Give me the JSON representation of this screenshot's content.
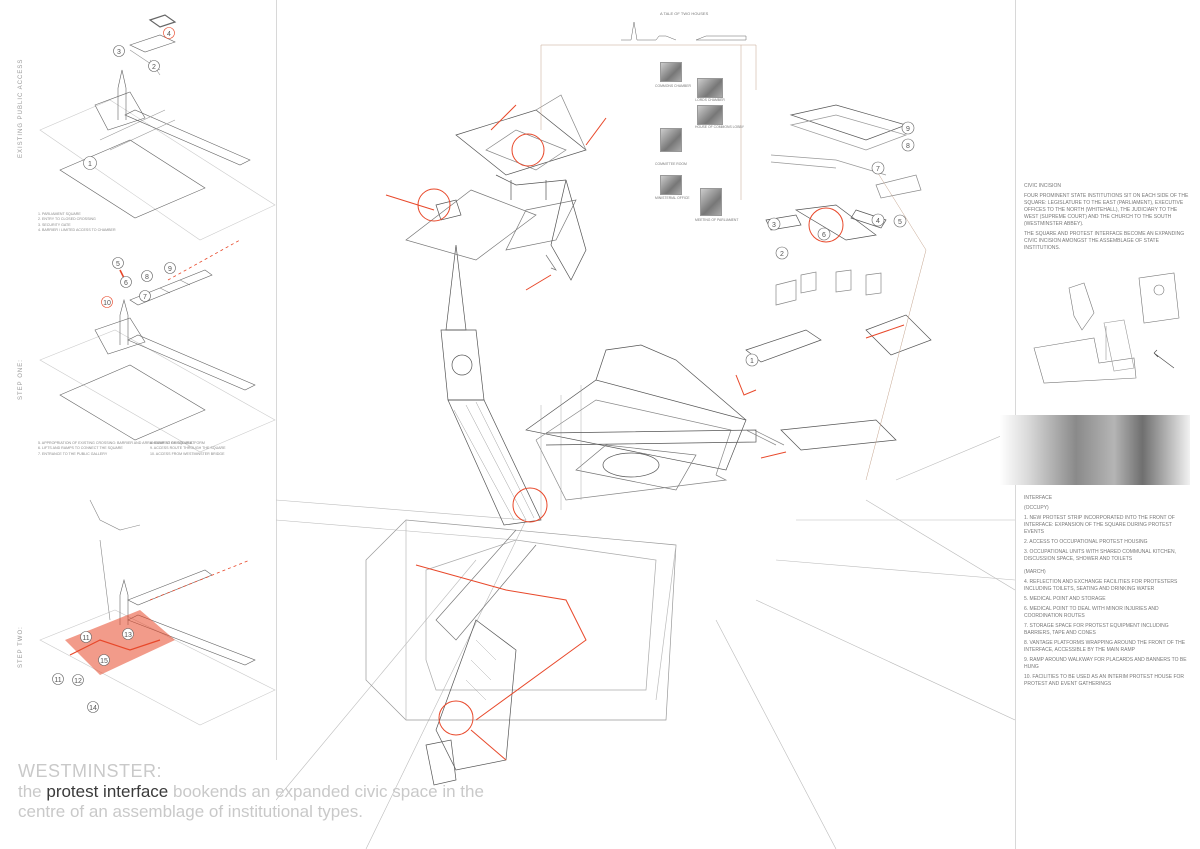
{
  "left_panel": {
    "step_labels": [
      "EXISTING PUBLIC ACCESS",
      "STEP ONE:",
      "STEP TWO:"
    ],
    "existing_markers": [
      "1",
      "2",
      "3",
      "4"
    ],
    "step_one_markers": [
      "5",
      "6",
      "7",
      "8",
      "9",
      "10"
    ],
    "step_two_markers": [
      "11",
      "11",
      "12",
      "13",
      "14",
      "15"
    ],
    "existing_notes": [
      "1. PARLIAMENT SQUARE",
      "2. ENTRY TO CLOSED CROSSING",
      "3. SECURITY GATE",
      "4. BARRIER / LIMITED ACCESS TO CHAMBER"
    ],
    "step_one_notes": [
      "5. APPROPRIATION OF EXISTING CROSSING: BARRIER AND ARRANGEMENT OF SQUARE",
      "6. LIFTS AND RAMPS TO CONNECT THE SQUARE",
      "7. ENTRANCE TO THE PUBLIC GALLERY",
      "8. RAMP TO RAISED PLATFORM",
      "9. ACCESS ROUTE THROUGH THE SQUARE",
      "10. ACCESS FROM WESTMINSTER BRIDGE"
    ]
  },
  "top_center": {
    "heading": "A TALE OF TWO HOUSES",
    "captions": [
      "COMMONS CHAMBER",
      "LORDS CHAMBER",
      "HOUSE OF COMMONS LOBBY",
      "COMMITTEE ROOM",
      "MINISTERIAL OFFICE",
      "MEETING OF PARLIAMENT"
    ]
  },
  "right_markers": [
    "9",
    "8",
    "7",
    "6",
    "5",
    "4",
    "3",
    "2",
    "1"
  ],
  "right_panel": {
    "civic_heading": "CIVIC INCISION",
    "civic_text": [
      "FOUR PROMINENT STATE INSTITUTIONS SIT ON EACH SIDE OF THE SQUARE: LEGISLATURE TO THE EAST (PARLIAMENT), EXECUTIVE OFFICES TO THE NORTH (WHITEHALL), THE JUDICIARY TO THE WEST (SUPREME COURT) AND THE CHURCH TO THE SOUTH (WESTMINSTER ABBEY).",
      "THE SQUARE AND PROTEST INTERFACE BECOME AN EXPANDING CIVIC INCISION AMONGST THE ASSEMBLAGE OF STATE INSTITUTIONS."
    ],
    "interface_heading": "INTERFACE",
    "occupy_heading": "(OCCUPY)",
    "occupy_items": [
      "1. NEW PROTEST STRIP INCORPORATED INTO THE FRONT OF INTERFACE: EXPANSION OF THE SQUARE DURING PROTEST EVENTS",
      "2. ACCESS TO OCCUPATIONAL PROTEST HOUSING",
      "3. OCCUPATIONAL UNITS WITH SHARED COMMUNAL KITCHEN, DISCUSSION SPACE, SHOWER AND TOILETS"
    ],
    "march_heading": "(MARCH)",
    "march_items": [
      "4. REFLECTION AND EXCHANGE FACILITIES FOR PROTESTERS INCLUDING TOILETS, SEATING AND DRINKING WATER",
      "5. MEDICAL POINT AND STORAGE",
      "6. MEDICAL POINT TO DEAL WITH MINOR INJURIES AND COORDINATION ROUTES",
      "7. STORAGE SPACE FOR PROTEST EQUIPMENT INCLUDING BARRIERS, TAPE AND CONES",
      "8. VANTAGE PLATFORMS WRAPPING AROUND THE FRONT OF THE INTERFACE, ACCESSIBLE BY THE MAIN RAMP",
      "9. RAMP AROUND WALKWAY FOR PLACARDS AND BANNERS TO BE HUNG",
      "10. FACILITIES TO BE USED AS AN INTERIM PROTEST HOUSE FOR PROTEST AND EVENT GATHERINGS"
    ]
  },
  "title": {
    "line1": "WESTMINSTER:",
    "line2_pre": "the ",
    "line2_strong": "protest interface",
    "line2_post": " bookends an expanded civic space in the",
    "line3": "centre of an assemblage of institutional types."
  },
  "colors": {
    "accent": "#e8482a",
    "line": "#555555",
    "faint": "#bbbbbb"
  }
}
